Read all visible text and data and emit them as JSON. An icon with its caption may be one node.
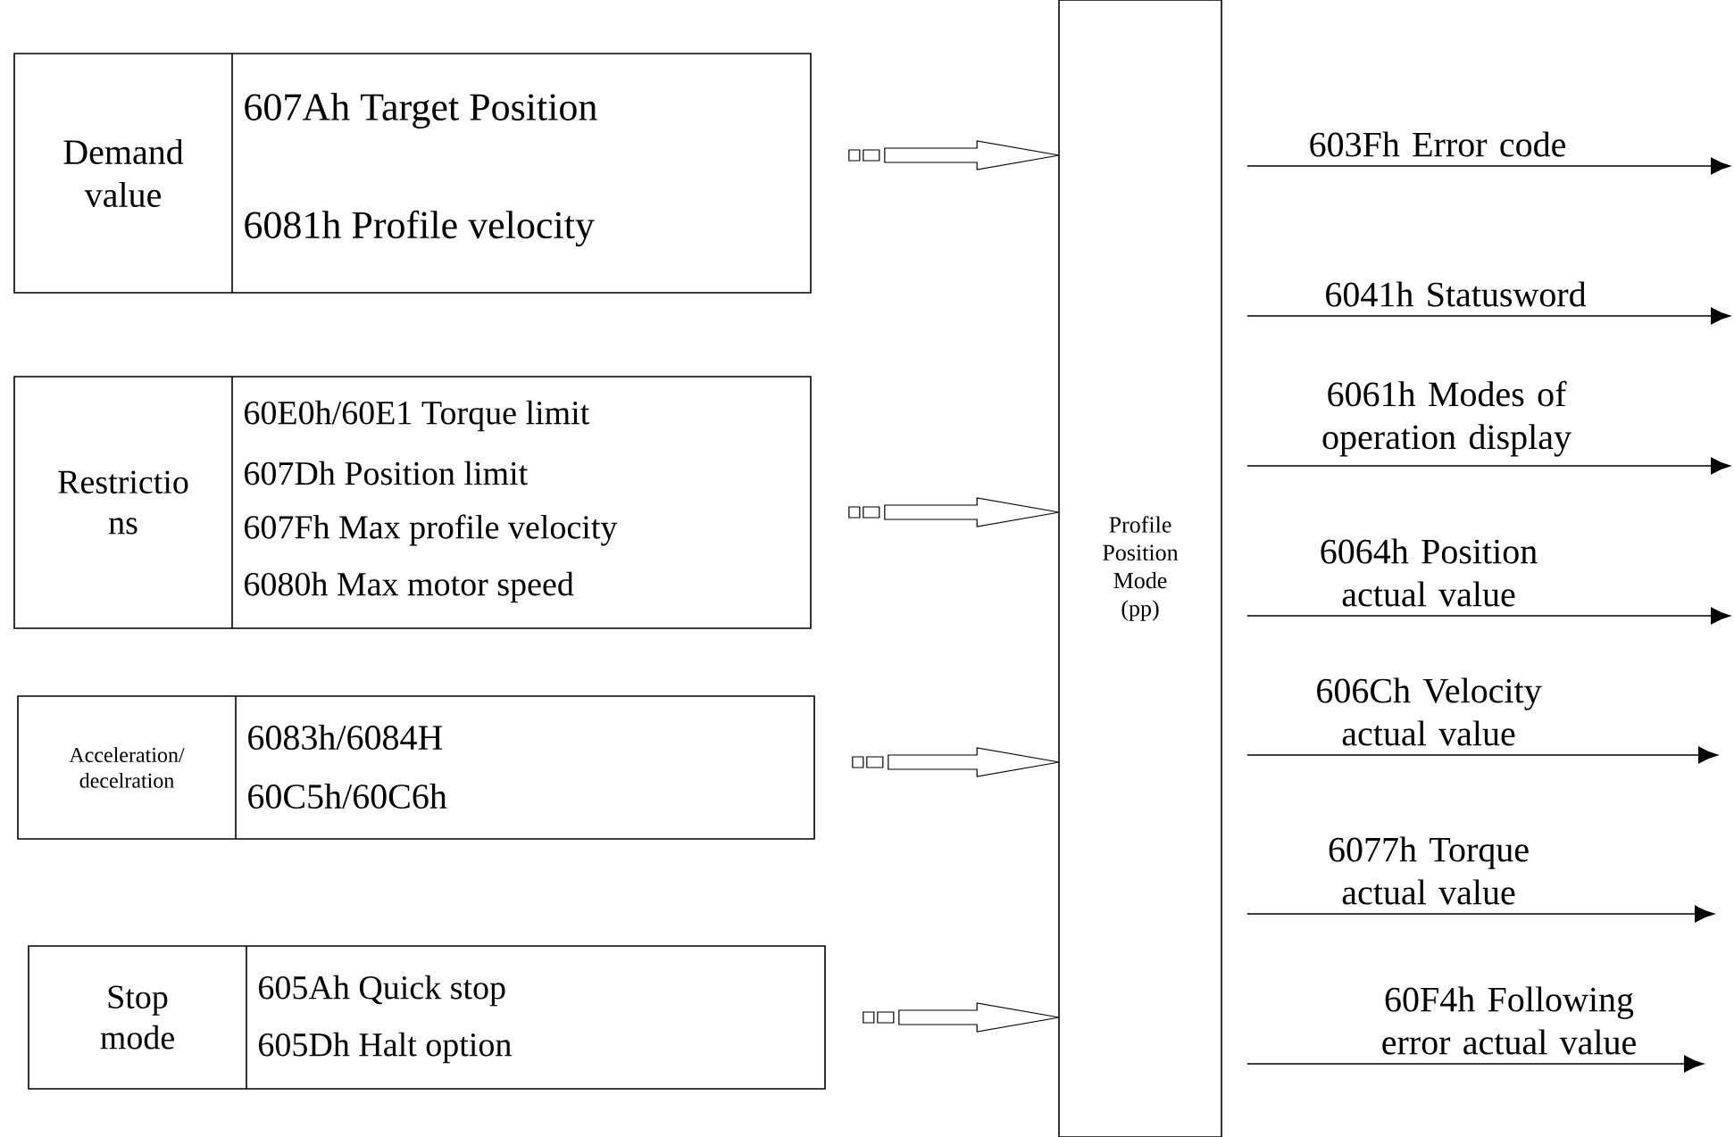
{
  "diagram": {
    "nodes": [
      {
        "text": [
          "Demand value",
          "607Ah Target Position",
          "6081h Profile velocity"
        ]
      },
      {
        "text": [
          "Restrictio ns",
          "60E0h/60E1 Torque limit",
          "607Dh Position limit",
          "607Fh Max profile velocity",
          "6080h Max motor speed"
        ]
      },
      {
        "text": [
          "Acceleration/ decelration",
          "6083h/6084H",
          "60C5h/60C6h"
        ]
      },
      {
        "text": [
          "Stop mode",
          "605Ah Quick stop",
          "605Dh Halt option"
        ]
      },
      {
        "text": [
          "Profile Position Mode (pp)"
        ]
      }
    ],
    "edges": [
      {
        "from": 0,
        "to": 4,
        "arrow": "to"
      },
      {
        "from": 1,
        "to": 4,
        "arrow": "to"
      },
      {
        "from": 2,
        "to": 4,
        "arrow": "to"
      },
      {
        "from": 3,
        "to": 4,
        "arrow": "to"
      },
      {
        "from": 4,
        "to": null,
        "arrow": "to",
        "label": "603Fh Error code"
      },
      {
        "from": 4,
        "to": null,
        "arrow": "to",
        "label": "6041h Statusword"
      },
      {
        "from": 4,
        "to": null,
        "arrow": "to",
        "label": "6061h Modes of operation display"
      },
      {
        "from": 4,
        "to": null,
        "arrow": "to",
        "label": "6064h Position actual value"
      },
      {
        "from": 4,
        "to": null,
        "arrow": "to",
        "label": "606Ch Velocity actual value"
      },
      {
        "from": 4,
        "to": null,
        "arrow": "to",
        "label": "6077h Torque actual value"
      },
      {
        "from": 4,
        "to": null,
        "arrow": "to",
        "label": "60F4h Following error actual value"
      }
    ]
  }
}
